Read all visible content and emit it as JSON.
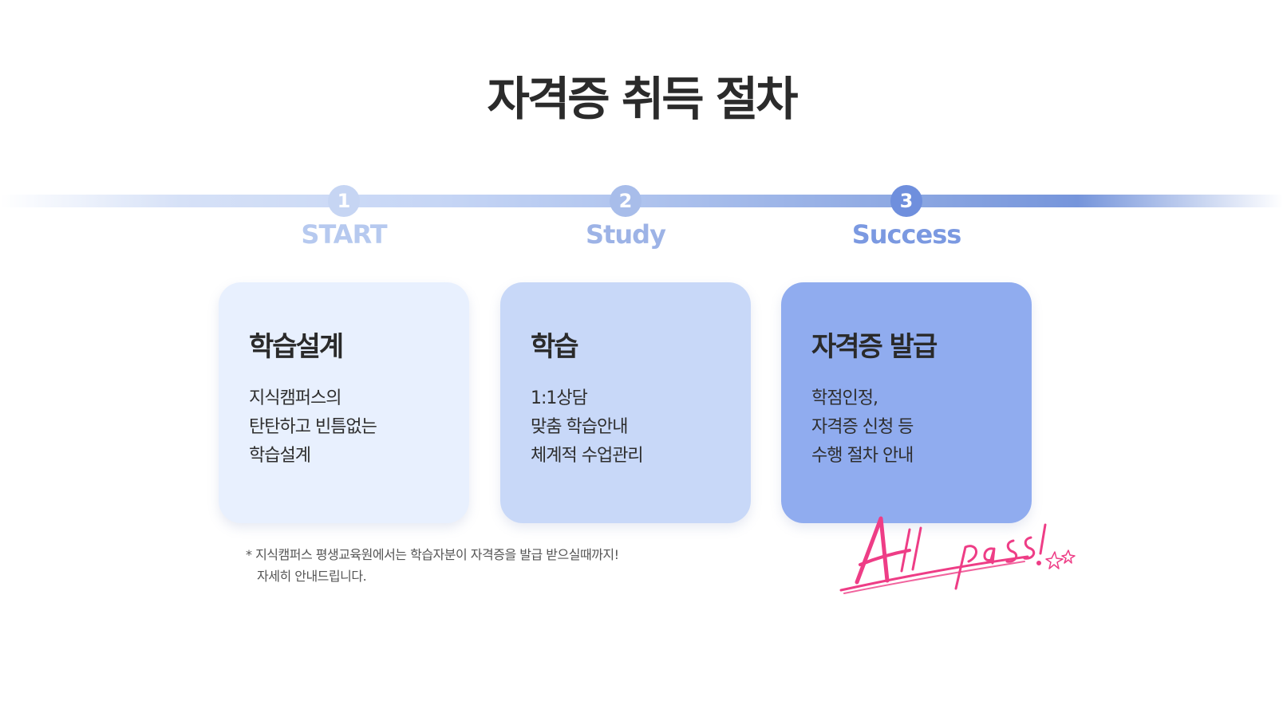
{
  "title": {
    "part1": "자격증",
    "part2": "취득 절차"
  },
  "steps": [
    {
      "number": "1",
      "label": "START",
      "dot_color": "#c6d5f3",
      "label_color": "#b6c9ef"
    },
    {
      "number": "2",
      "label": "Study",
      "dot_color": "#a8bdea",
      "label_color": "#9db3e6"
    },
    {
      "number": "3",
      "label": "Success",
      "dot_color": "#6f8fdd",
      "label_color": "#7b99e1"
    }
  ],
  "cards": [
    {
      "title": "학습설계",
      "lines": [
        "지식캠퍼스의",
        "탄탄하고 빈틈없는",
        "학습설계"
      ],
      "bg": "#e8f0fe"
    },
    {
      "title": "학습",
      "lines": [
        "1:1상담",
        "맞춤 학습안내",
        "체계적 수업관리"
      ],
      "bg": "#c8d8f8"
    },
    {
      "title": "자격증 발급",
      "lines": [
        "학점인정,",
        "자격증 신청 등",
        "수행 절차 안내"
      ],
      "bg": "#90acef"
    }
  ],
  "footnote": {
    "line1": "* 지식캠퍼스 평생교육원에서는 학습자분이 자격증을 발급 받으실때까지!",
    "line2": "자세히 안내드립니다."
  },
  "stamp": {
    "text": "All pass!",
    "color": "#ee3d86"
  }
}
